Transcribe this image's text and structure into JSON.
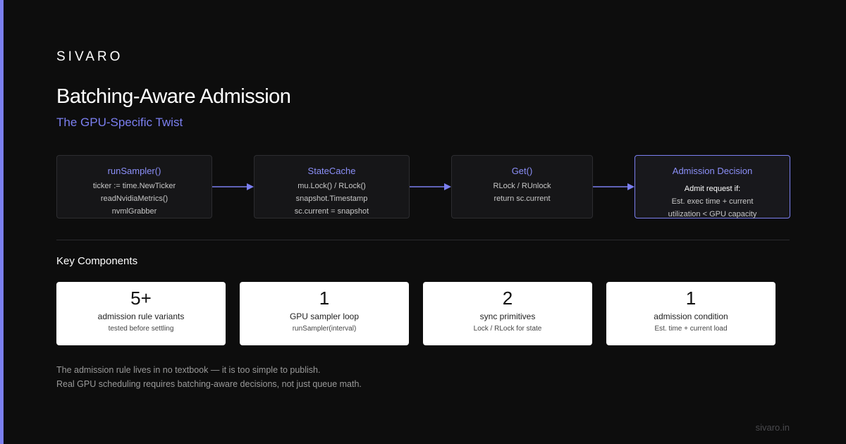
{
  "brand": "SIVARO",
  "title": "Batching-Aware Admission",
  "subtitle": "The GPU-Specific Twist",
  "colors": {
    "accent": "#7b7ff0",
    "background": "#0d0d0d",
    "node_background": "#161618",
    "node_border": "#2d2d30"
  },
  "flow": {
    "nodes": [
      {
        "title": "runSampler()",
        "lines": [
          "ticker := time.NewTicker",
          "readNvidiaMetrics()",
          "nvmlGrabber"
        ]
      },
      {
        "title": "StateCache",
        "lines": [
          "mu.Lock() / RLock()",
          "snapshot.Timestamp",
          "sc.current = snapshot"
        ]
      },
      {
        "title": "Get()",
        "lines": [
          "RLock / RUnlock",
          "return sc.current"
        ]
      },
      {
        "title": "Admission Decision",
        "lines": [
          "Admit request if:",
          "Est. exec time + current",
          "utilization < GPU capacity"
        ]
      }
    ]
  },
  "key_components": {
    "heading": "Key Components",
    "cards": [
      {
        "value": "5+",
        "label": "admission rule variants",
        "sub": "tested before settling"
      },
      {
        "value": "1",
        "label": "GPU sampler loop",
        "sub": "runSampler(interval)"
      },
      {
        "value": "2",
        "label": "sync primitives",
        "sub": "Lock / RLock for state"
      },
      {
        "value": "1",
        "label": "admission condition",
        "sub": "Est. time + current load"
      }
    ]
  },
  "footnote": {
    "line1": "The admission rule lives in no textbook — it is too simple to publish.",
    "line2": "Real GPU scheduling requires batching-aware decisions, not just queue math."
  },
  "site": "sivaro.in"
}
